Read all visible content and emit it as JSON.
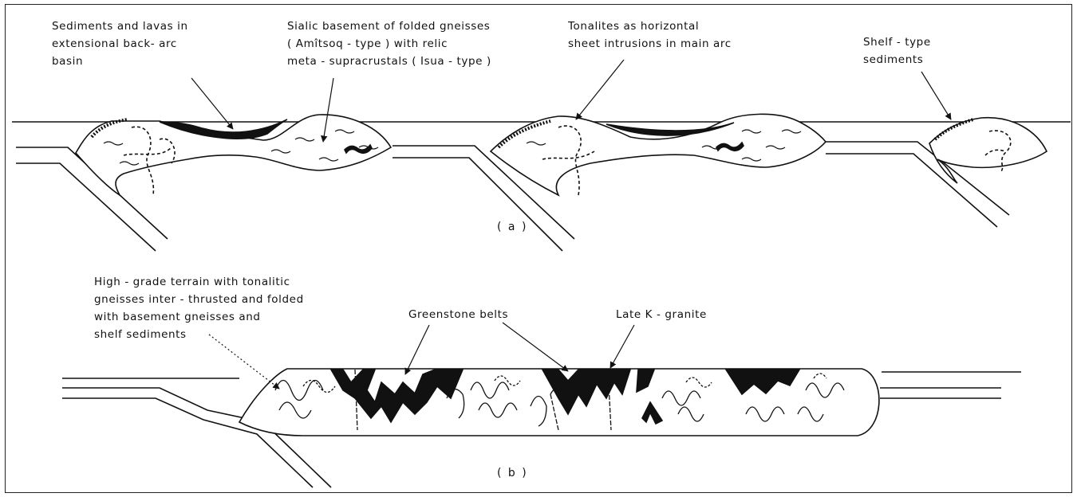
{
  "labels": {
    "sediments_lavas": "Sediments and lavas in\nextensional back- arc\nbasin",
    "sialic_basement": "Sialic basement of folded gneisses\n( Amîtsoq - type ) with relic\nmeta - supracrustals ( Isua - type )",
    "tonalites": "Tonalites as horizontal\nsheet intrusions in main arc",
    "shelf_sediments": "Shelf - type\nsediments",
    "high_grade": "High - grade terrain with tonalitic\ngneisses inter - thrusted and folded\nwith basement gneisses and\nshelf sediments",
    "greenstone": "Greenstone belts",
    "late_k_granite": "Late K - granite"
  },
  "panels": {
    "a": "( a )",
    "b": "( b )"
  }
}
